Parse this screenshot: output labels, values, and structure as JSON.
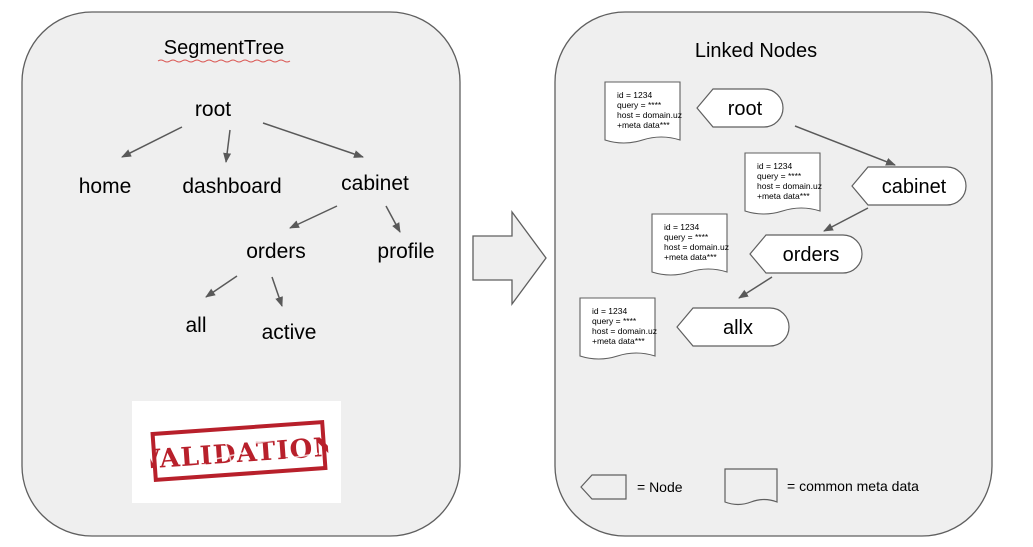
{
  "left_panel": {
    "title": "SegmentTree",
    "nodes": {
      "root": "root",
      "home": "home",
      "dashboard": "dashboard",
      "cabinet": "cabinet",
      "orders": "orders",
      "profile": "profile",
      "all": "all",
      "active": "active"
    },
    "stamp_text": "VALIDATION"
  },
  "right_panel": {
    "title": "Linked Nodes",
    "nodes": [
      "root",
      "cabinet",
      "orders",
      "allx"
    ],
    "meta_lines": [
      "id = 1234",
      "query = ****",
      "host = domain.uz",
      "+meta data***"
    ],
    "legend": {
      "node_label": "= Node",
      "meta_label": "= common meta data"
    }
  },
  "colors": {
    "panel_fill": "#efefef",
    "panel_stroke": "#5f5f5f",
    "arrow": "#595959",
    "stamp_red": "#b8202b"
  }
}
